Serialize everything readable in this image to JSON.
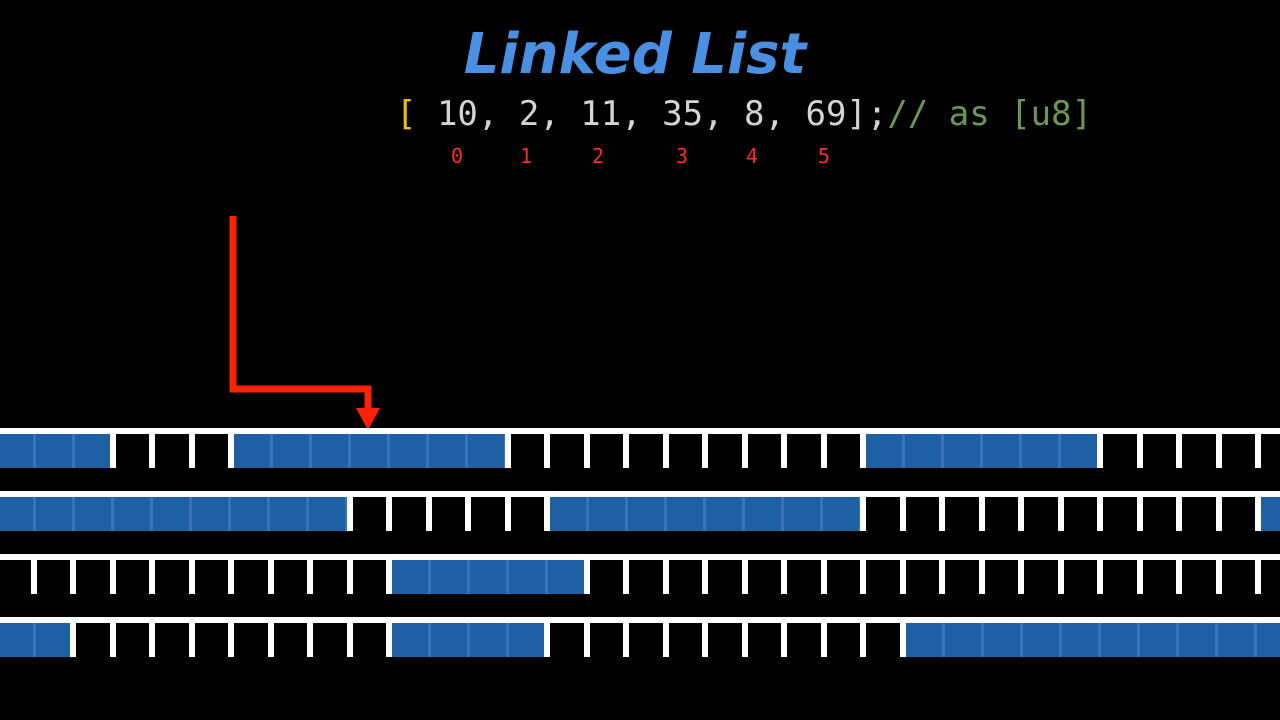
{
  "title": "Linked List",
  "code": {
    "open": "[",
    "items": [
      " 10,",
      " 2,",
      " 11,",
      " 35,",
      " 8,",
      " 69"
    ],
    "close": "];",
    "comment": "// as [u8]"
  },
  "indices": [
    "0",
    "1",
    "2",
    "3",
    "4",
    "5"
  ],
  "colors": {
    "title": "#4a90e2",
    "index": "#ff2a2a",
    "pointer": "#ff2200",
    "occupied": "#1f5fa3",
    "free": "#000000",
    "row_border": "#ffffff",
    "bracket": "#f0c000",
    "comment": "#6a9955"
  },
  "memory_rows": [
    "UUUFFFUUUUUUUFFFFFFFFFUUUUUUFFFFFFFFFUUUUUUUUUUUUUUUUUUUUUUUUUUUUUUUUUUUUUUUUUUUUUUUUFFFFFF",
    "UUUUUUUUUFFFFFUUUUUUUUFFFFFFFFFFUUUUUUUFFFUUUUUUUUUUUUUUUUUUFFFFFFFFFFFFFFUUUUUUUUUUUUU",
    "FFFFFFFFFFUUUUUFFFFFFFFFFFFFFFFFFFFUUUUUUUUUUUUUUUUUUUUUUUUUUUUUUUUUUUUUUUUUUUUUUUUUU",
    "UUFFFFFFFFUUUUFFFFFFFFFUUUUUUUUUUFFFFFFFFFFFFFFFFFFFFFFFFFFFFFFFFFFFFFFFFFFFFFFFFFF"
  ]
}
